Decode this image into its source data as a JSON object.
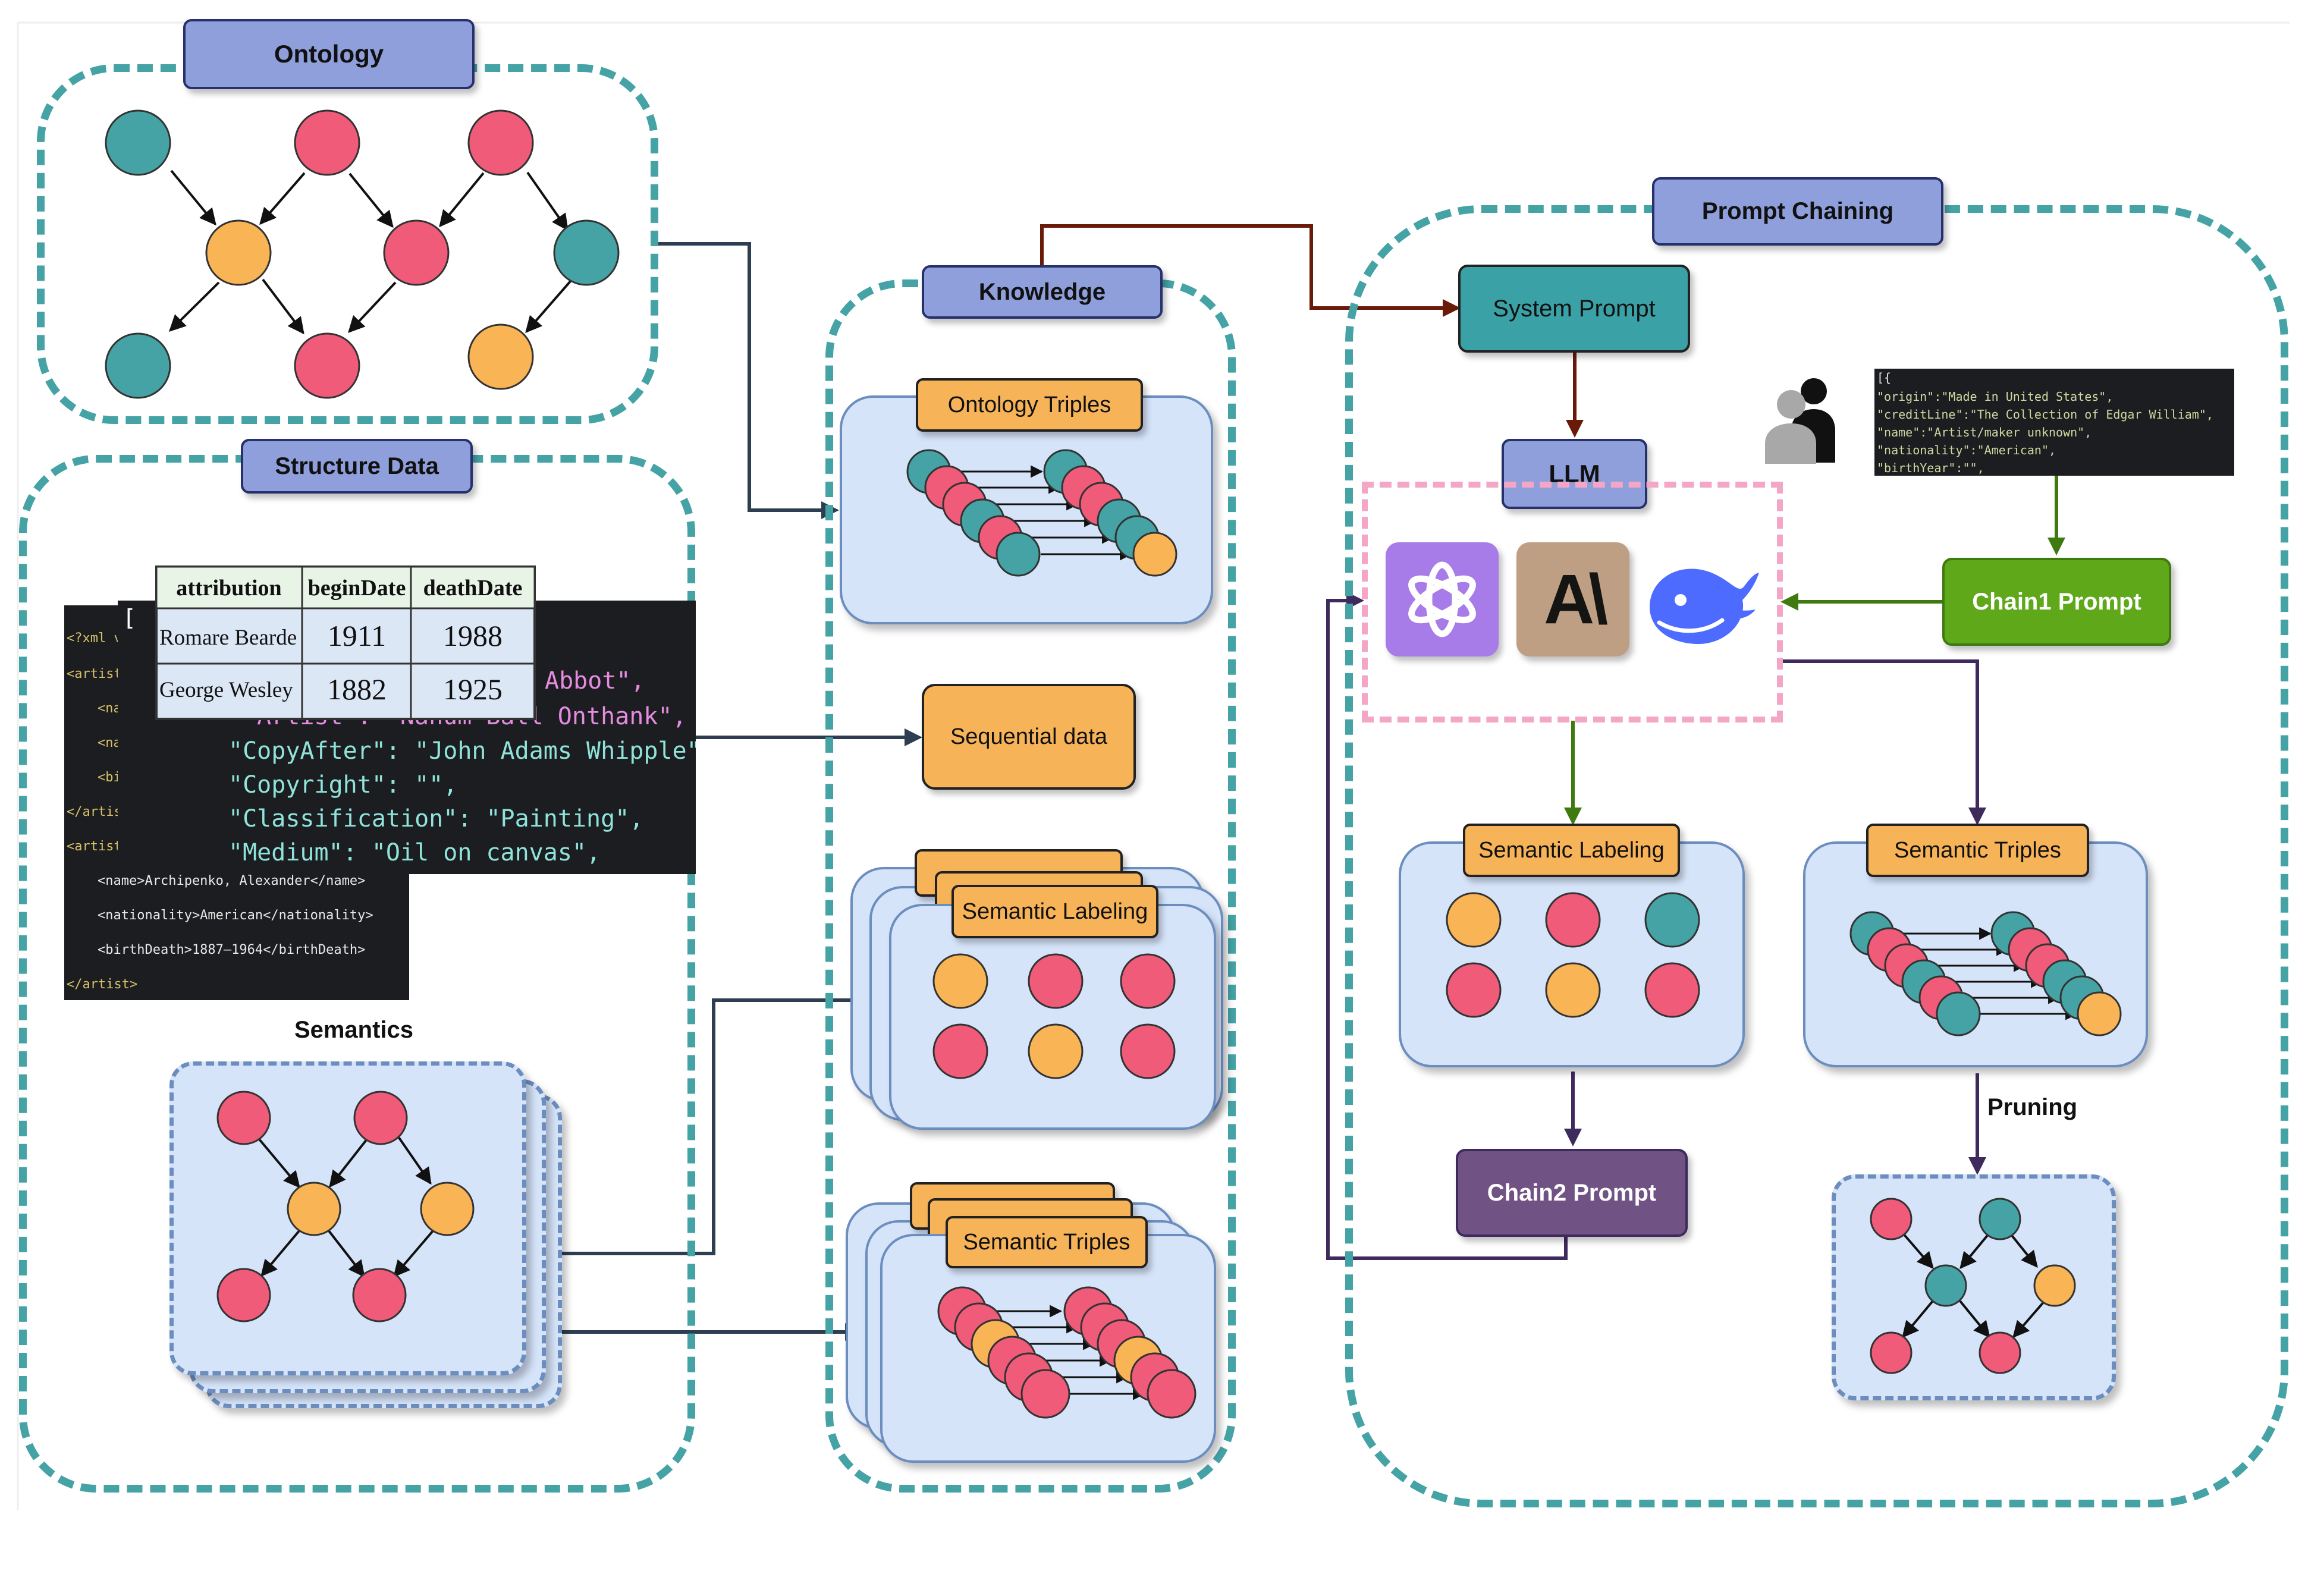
{
  "colors": {
    "teal": "#45a3a6",
    "pink": "#ef5b78",
    "orange": "#f9b455",
    "tag_blue": "#8e9fdc",
    "tag_orange": "#f7b358",
    "card_blue": "#d6e4fa",
    "system_prompt": "#3aa1a6",
    "chain1": "#5ea81a",
    "chain2": "#705384",
    "dark_red_arrow": "#6a1a08",
    "green_arrow": "#3e7a10",
    "purple_arrow": "#3f2a5e",
    "slate_arrow": "#2c3e50"
  },
  "labels": {
    "ontology": "Ontology",
    "structure_data": "Structure Data",
    "semantics": "Semantics",
    "knowledge": "Knowledge",
    "ontology_triples": "Ontology Triples",
    "sequential_data": "Sequential data",
    "semantic_labeling": "Semantic Labeling",
    "semantic_triples": "Semantic Triples",
    "prompt_chaining": "Prompt Chaining",
    "system_prompt": "System Prompt",
    "llm": "LLM",
    "chain1_prompt": "Chain1 Prompt",
    "chain2_prompt": "Chain2 Prompt",
    "pruning": "Pruning"
  },
  "table": {
    "headers": [
      "attribution",
      "beginDate",
      "deathDate"
    ],
    "rows": [
      [
        "Romare Bearde",
        "1911",
        "1988"
      ],
      [
        "George Wesley",
        "1882",
        "1925"
      ]
    ]
  },
  "json_snippet": {
    "bracket": "[",
    "lines": [
      "\"Artist\": \"Nahum Ball Onthank\",",
      "\"CopyAfter\": \"John Adams Whipple\"",
      "\"Copyright\": \"\",",
      "\"Classification\": \"Painting\",",
      "\"Medium\": \"Oil on canvas\","
    ],
    "peek": "Abbot\","
  },
  "xml_snippet": {
    "lines": [
      "<?xml v",
      "<artist",
      "<na",
      "<na",
      "<bi",
      "</artis",
      "<artist"
    ],
    "name_line": "<name>Archipenko, Alexander</name>",
    "nationality_line": "<nationality>American</nationality>",
    "birth_line": "<birthDeath>1887–1964</birthDeath>",
    "close_line": "</artist>"
  },
  "json_card": {
    "lines": [
      "[{",
      "  \"origin\":\"Made in United States\",",
      "  \"creditLine\":\"The Collection of Edgar William\",",
      "  \"name\":\"Artist/maker unknown\",",
      "  \"nationality\":\"American\",",
      "  \"birthYear\":\"\","
    ]
  },
  "icons": [
    "openai-logo-icon",
    "anthropic-logo-icon",
    "deepseek-logo-icon",
    "user-icon"
  ],
  "anthropic_logo": "A\\"
}
